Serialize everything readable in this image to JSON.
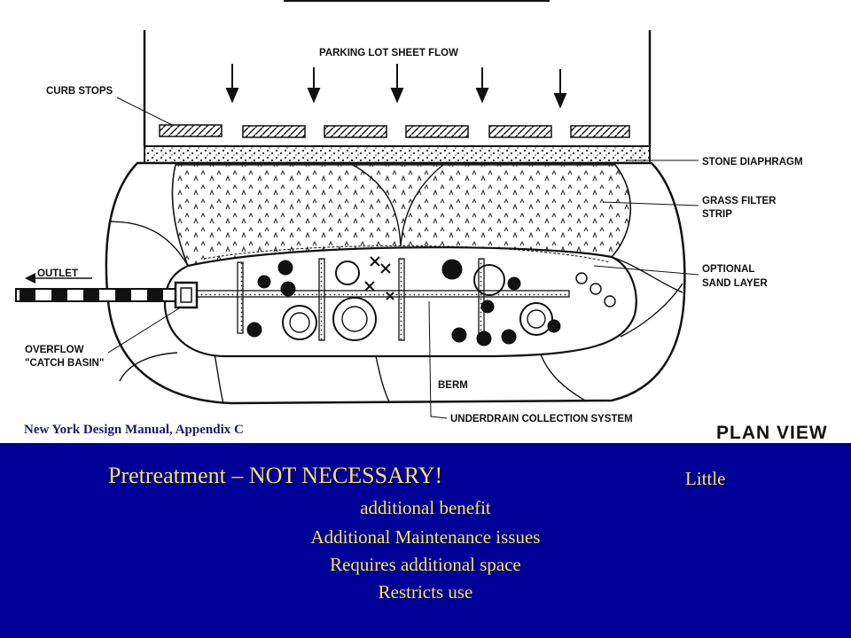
{
  "diagram": {
    "labels": {
      "parking_lot_sheet_flow": "PARKING LOT SHEET FLOW",
      "curb_stops": "CURB STOPS",
      "stone_diaphragm": "STONE DIAPHRAGM",
      "grass_filter_strip_1": "GRASS FILTER",
      "grass_filter_strip_2": "STRIP",
      "outlet": "OUTLET",
      "optional_sand_layer_1": "OPTIONAL",
      "optional_sand_layer_2": "SAND LAYER",
      "overflow_1": "OVERFLOW",
      "overflow_2": "\"CATCH BASIN\"",
      "berm": "BERM",
      "underdrain": "UNDERDRAIN COLLECTION SYSTEM",
      "plan_view": "PLAN VIEW"
    },
    "source_caption": "New York Design Manual, Appendix C"
  },
  "bottom": {
    "main": "Pretreatment – NOT NECESSARY!",
    "little": "Little",
    "line1": "additional benefit",
    "line2": "Additional Maintenance issues",
    "line3": "Requires additional space",
    "line4": "Restricts use"
  },
  "colors": {
    "panel_background": "#000099",
    "panel_text": "#f2e27a",
    "source_caption": "#1a1a6e"
  }
}
